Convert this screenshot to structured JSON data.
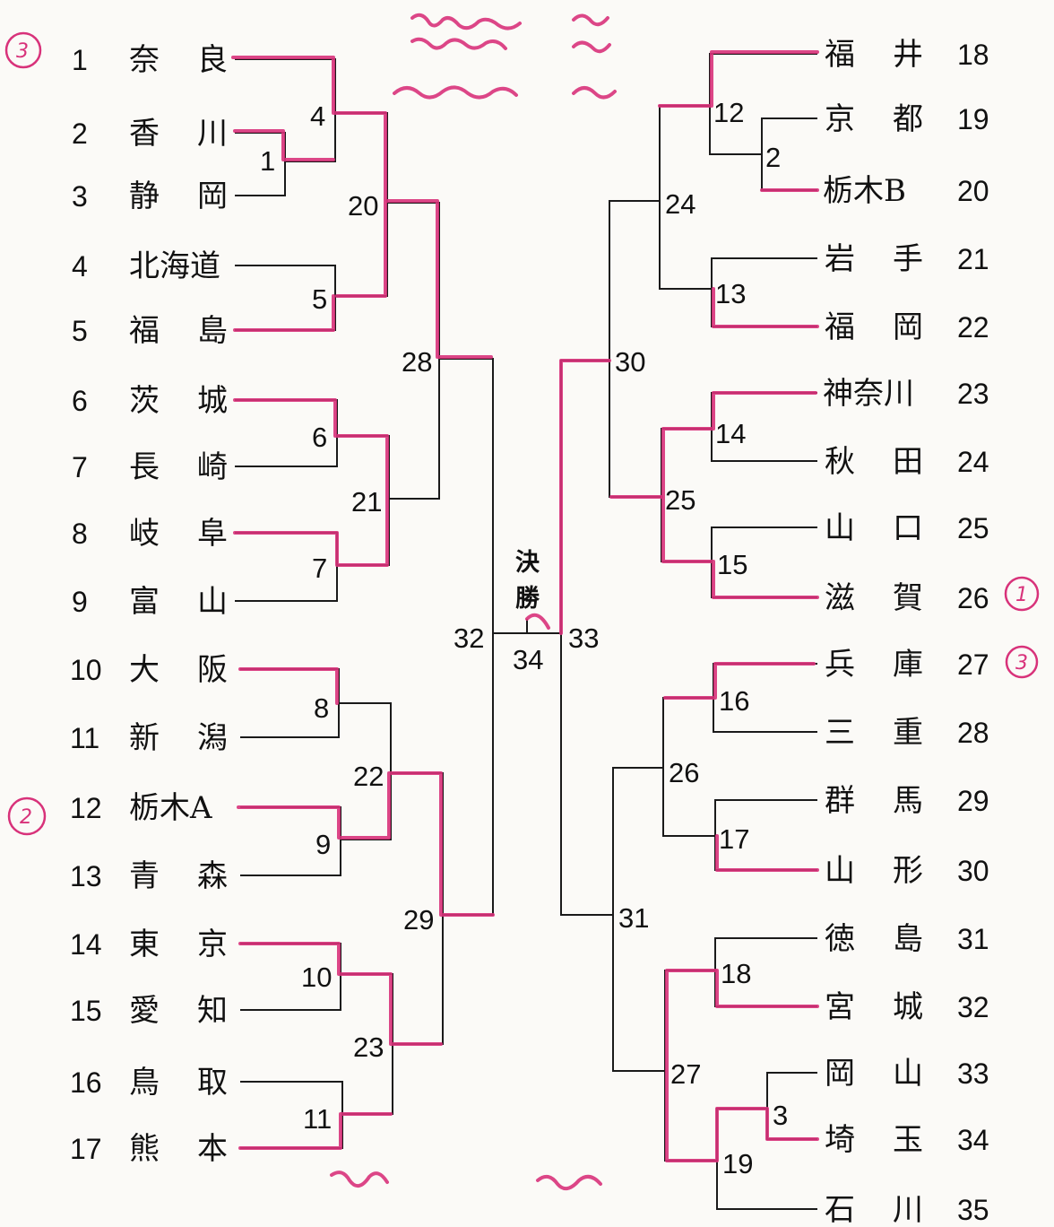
{
  "final": {
    "label_top": "決",
    "label_bottom": "勝",
    "number": "34"
  },
  "left_teams": [
    {
      "n": "1",
      "a": "奈",
      "b": "良"
    },
    {
      "n": "2",
      "a": "香",
      "b": "川"
    },
    {
      "n": "3",
      "a": "静",
      "b": "岡"
    },
    {
      "n": "4",
      "a": "北海道",
      "b": ""
    },
    {
      "n": "5",
      "a": "福",
      "b": "島"
    },
    {
      "n": "6",
      "a": "茨",
      "b": "城"
    },
    {
      "n": "7",
      "a": "長",
      "b": "崎"
    },
    {
      "n": "8",
      "a": "岐",
      "b": "阜"
    },
    {
      "n": "9",
      "a": "富",
      "b": "山"
    },
    {
      "n": "10",
      "a": "大",
      "b": "阪"
    },
    {
      "n": "11",
      "a": "新",
      "b": "潟"
    },
    {
      "n": "12",
      "a": "栃木A",
      "b": ""
    },
    {
      "n": "13",
      "a": "青",
      "b": "森"
    },
    {
      "n": "14",
      "a": "東",
      "b": "京"
    },
    {
      "n": "15",
      "a": "愛",
      "b": "知"
    },
    {
      "n": "16",
      "a": "鳥",
      "b": "取"
    },
    {
      "n": "17",
      "a": "熊",
      "b": "本"
    }
  ],
  "right_teams": [
    {
      "n": "18",
      "a": "福",
      "b": "井"
    },
    {
      "n": "19",
      "a": "京",
      "b": "都"
    },
    {
      "n": "20",
      "a": "栃木B",
      "b": ""
    },
    {
      "n": "21",
      "a": "岩",
      "b": "手"
    },
    {
      "n": "22",
      "a": "福",
      "b": "岡"
    },
    {
      "n": "23",
      "a": "神奈川",
      "b": ""
    },
    {
      "n": "24",
      "a": "秋",
      "b": "田"
    },
    {
      "n": "25",
      "a": "山",
      "b": "口"
    },
    {
      "n": "26",
      "a": "滋",
      "b": "賀"
    },
    {
      "n": "27",
      "a": "兵",
      "b": "庫"
    },
    {
      "n": "28",
      "a": "三",
      "b": "重"
    },
    {
      "n": "29",
      "a": "群",
      "b": "馬"
    },
    {
      "n": "30",
      "a": "山",
      "b": "形"
    },
    {
      "n": "31",
      "a": "徳",
      "b": "島"
    },
    {
      "n": "32",
      "a": "宮",
      "b": "城"
    },
    {
      "n": "33",
      "a": "岡",
      "b": "山"
    },
    {
      "n": "34",
      "a": "埼",
      "b": "玉"
    },
    {
      "n": "35",
      "a": "石",
      "b": "川"
    }
  ],
  "match_numbers": {
    "m1": "1",
    "m2": "2",
    "m3": "3",
    "m4": "4",
    "m5": "5",
    "m6": "6",
    "m7": "7",
    "m8": "8",
    "m9": "9",
    "m10": "10",
    "m11": "11",
    "m12": "12",
    "m13": "13",
    "m14": "14",
    "m15": "15",
    "m16": "16",
    "m17": "17",
    "m18": "18",
    "m19": "19",
    "m20": "20",
    "m21": "21",
    "m22": "22",
    "m23": "23",
    "m24": "24",
    "m25": "25",
    "m26": "26",
    "m27": "27",
    "m28": "28",
    "m29": "29",
    "m30": "30",
    "m31": "31",
    "m32": "32",
    "m33": "33"
  },
  "handwritten": {
    "rank_left_1": "3",
    "rank_left_12": "2",
    "rank_right_26": "1",
    "rank_right_27": "3"
  },
  "colors": {
    "ink": "#1a1a1a",
    "annotation": "#d8327a",
    "paper": "#fbfaf7"
  }
}
